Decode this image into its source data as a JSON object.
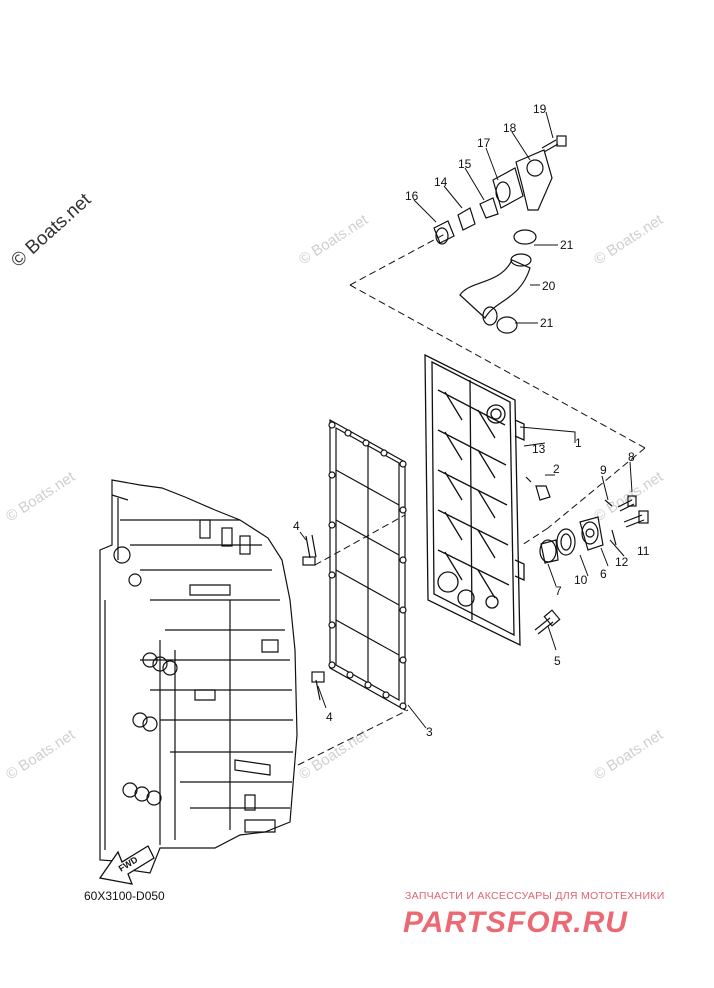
{
  "diagram_code": "60X3100-D050",
  "copyright_watermark": "© Boats.net",
  "watermark": "© Boats.net",
  "fwd_label": "FWD",
  "brand": {
    "tagline": "ЗАПЧАСТИ И АКСЕССУАРЫ ДЛЯ МОТОТЕХНИКИ",
    "logo": "PARTSFOR.RU"
  },
  "callouts": [
    "1",
    "2",
    "3",
    "4",
    "4",
    "5",
    "6",
    "7",
    "8",
    "9",
    "10",
    "11",
    "12",
    "13",
    "14",
    "15",
    "16",
    "17",
    "18",
    "19",
    "20",
    "21",
    "21"
  ],
  "colors": {
    "line": "#111111",
    "watermark": "#cfcfcf",
    "brand": "#ec6873"
  }
}
